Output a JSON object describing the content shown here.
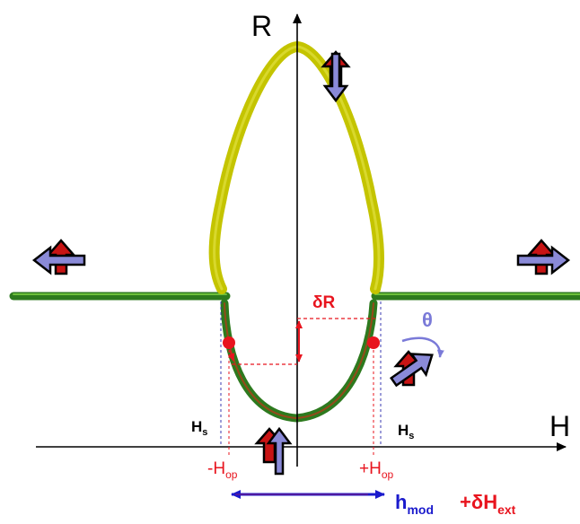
{
  "axes": {
    "y_label": "R",
    "x_label": "H"
  },
  "annotations": {
    "delta_r": "δR",
    "theta": "θ",
    "hs_left": {
      "main": "H",
      "sub": "s"
    },
    "hs_right": {
      "main": "H",
      "sub": "s"
    },
    "minus_hop": {
      "main": "-H",
      "sub": "op"
    },
    "plus_hop": {
      "main": "+H",
      "sub": "op"
    },
    "hmod": {
      "main": "h",
      "sub": "mod"
    },
    "dhext": {
      "main": "+δH",
      "sub": "ext"
    }
  },
  "colors": {
    "upper_curve": "#c4c400",
    "upper_curve_dark": "#a8a800",
    "lower_curve": "#2d7a1e",
    "lower_curve_light": "#6cbf3a",
    "lower_curve_inner": "#b83a1a",
    "delta_red": "#e8141e",
    "hmod_blue": "#1a1acc",
    "theta_blue": "#7a7ad8",
    "arrow_red": "#c81414",
    "arrow_blue": "#8a8ad8",
    "axis": "#000000"
  },
  "magnet_icons": [
    {
      "name": "magnet-icon-left",
      "free_layer": "horizontal-left"
    },
    {
      "name": "magnet-icon-right",
      "free_layer": "horizontal-right"
    },
    {
      "name": "magnet-icon-top",
      "free_layer": "vertical-down"
    },
    {
      "name": "magnet-icon-bottom",
      "free_layer": "vertical-up"
    },
    {
      "name": "magnet-icon-tilted",
      "free_layer": "tilted"
    }
  ]
}
